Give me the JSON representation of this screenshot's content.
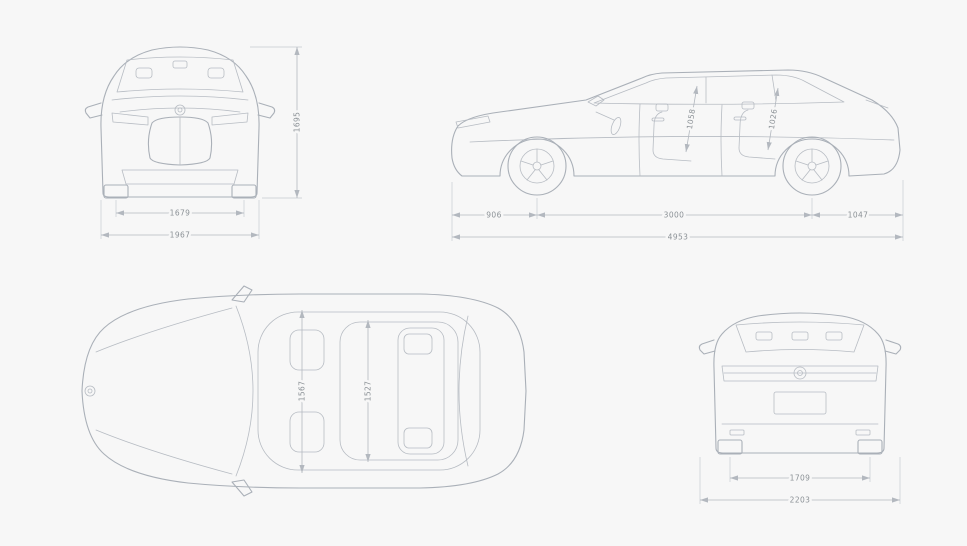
{
  "document": {
    "kind": "vehicle-dimension-blueprint",
    "vehicle": "SUV technical drawing"
  },
  "colors": {
    "background": "#f7f7f7",
    "car_line": "#aab0b8",
    "dimension_line": "#b3b8bf",
    "dimension_text": "#8b9196"
  },
  "icons": {
    "brand_roundel": "bmw-roundel-icon"
  },
  "views": {
    "front": {
      "label": "front-view",
      "height": "1695",
      "track": "1679",
      "width": "1967"
    },
    "side": {
      "label": "side-view",
      "front_overhang": "906",
      "wheelbase": "3000",
      "rear_overhang": "1047",
      "length": "4953",
      "headroom_front": "1058",
      "headroom_rear": "1026"
    },
    "top": {
      "label": "top-view",
      "interior_width_front": "1567",
      "interior_width_rear": "1527"
    },
    "rear": {
      "label": "rear-view",
      "track": "1709",
      "width_incl_mirrors": "2203"
    }
  }
}
